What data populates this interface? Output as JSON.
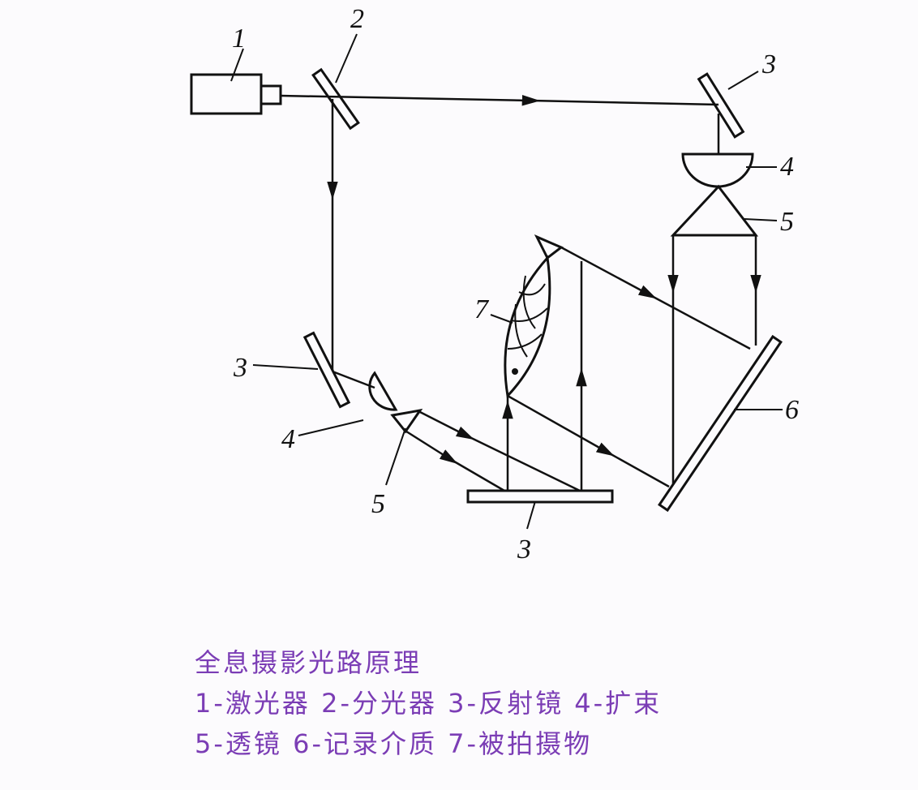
{
  "labels": {
    "laser": "1",
    "splitter": "2",
    "mirror_top": "3",
    "expander_right": "4",
    "lens_right": "5",
    "plate": "6",
    "object": "7",
    "mirror_left": "3",
    "expander_left": "4",
    "lens_left": "5",
    "mirror_bottom": "3"
  },
  "caption": {
    "title": "全息摄影光路原理",
    "line1": "1-激光器 2-分光器 3-反射镜 4-扩束",
    "line2": "5-透镜  6-记录介质 7-被拍摄物"
  },
  "colors": {
    "caption": "#7b3db5",
    "lines": "#111111"
  }
}
